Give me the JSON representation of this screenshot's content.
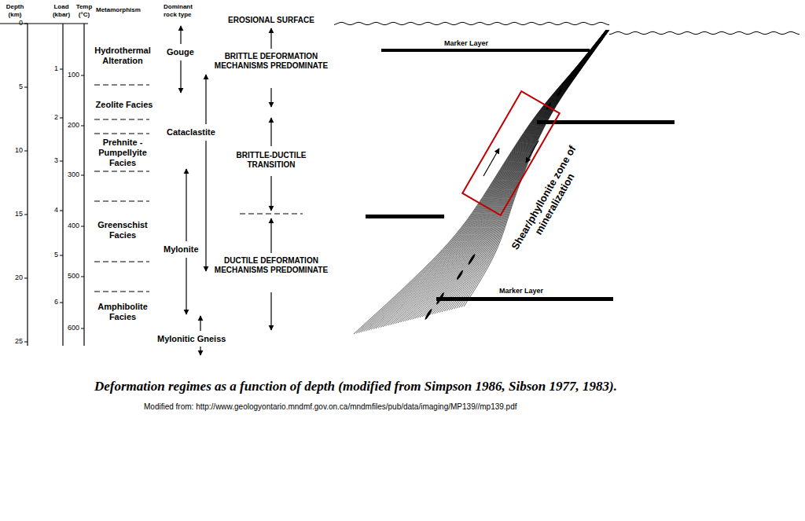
{
  "diagram": {
    "caption": "Deformation regimes as a function of depth (modified from Simpson 1986, Sibson 1977, 1983).",
    "labels": [
      "Depth (km)",
      "Load (kbar)",
      "Temp (°C)",
      "Metamorphism",
      "Dominant rock type",
      "EROSIONAL SURFACE",
      "0",
      "5",
      "10",
      "15",
      "20",
      "25",
      "1",
      "2",
      "3",
      "4",
      "5",
      "6",
      "100",
      "200",
      "300",
      "400",
      "500",
      "600",
      "Hydrothermal Alteration",
      "Gouge",
      "BRITTLE DEFORMATION MECHANISMS PREDOMINATE",
      "Zeolite Facies",
      "Cataclastite",
      "Prehnite -Pumpellyite Facies",
      "BRITTLE-DUCTILE TRANSITION",
      "Greenschist Facies",
      "Mylonite",
      "DUCTILE DEFORMATION MECHANISMS PREDOMINATE",
      "Amphibolite Facies",
      "Mylonitic Gneiss",
      "Marker Layer",
      "Marker Layer",
      "Shear/phyllonite zone of mineralization",
      "Modified from: http://www.geologyontario.mndmf.gov.on.ca/mndmfiles/pub/data/imaging/MP139//mp139.pdf"
    ]
  }
}
